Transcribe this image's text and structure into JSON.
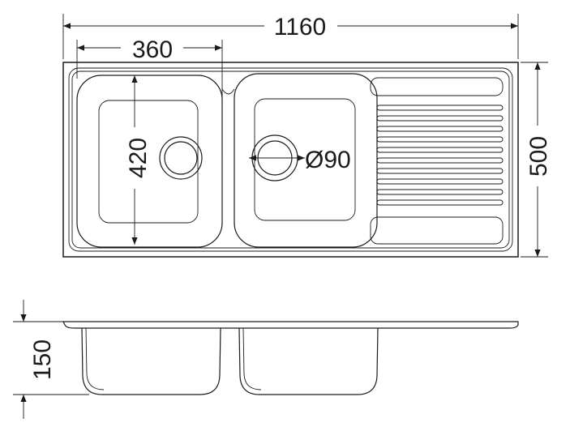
{
  "dimensions": {
    "overall_width": "1160",
    "bowl_width": "360",
    "bowl_length": "420",
    "drain_diameter": "Ø90",
    "overall_depth": "500",
    "bowl_height": "150"
  },
  "colors": {
    "line": "#1a1a1a",
    "background": "#ffffff"
  }
}
